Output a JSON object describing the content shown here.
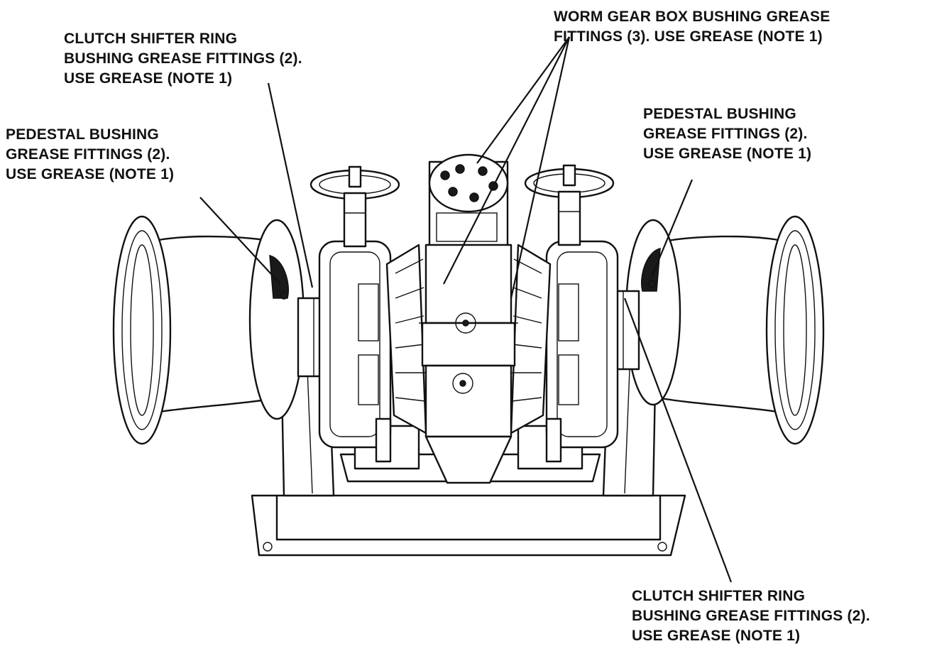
{
  "callouts": {
    "clutch_left": [
      "CLUTCH SHIFTER RING",
      "BUSHING GREASE FITTINGS (2).",
      "USE GREASE (NOTE 1)"
    ],
    "pedestal_left": [
      "PEDESTAL BUSHING",
      "GREASE FITTINGS (2).",
      "USE GREASE (NOTE 1)"
    ],
    "worm_gear": [
      "WORM GEAR BOX BUSHING GREASE",
      "FITTINGS (3). USE GREASE (NOTE 1)"
    ],
    "pedestal_right": [
      "PEDESTAL BUSHING",
      "GREASE FITTINGS (2).",
      "USE GREASE (NOTE 1)"
    ],
    "clutch_right": [
      "CLUTCH SHIFTER RING",
      "BUSHING GREASE FITTINGS (2).",
      "USE GREASE (NOTE 1)"
    ]
  }
}
